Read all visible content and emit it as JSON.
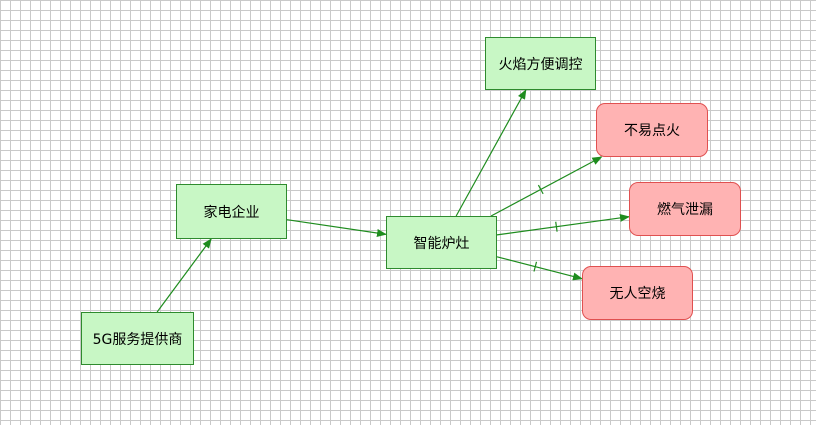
{
  "diagram": {
    "nodes": {
      "n5g": {
        "label": "5G服务提供商",
        "style": "green"
      },
      "appliance": {
        "label": "家电企业",
        "style": "green"
      },
      "stove": {
        "label": "智能炉灶",
        "style": "green"
      },
      "flame": {
        "label": "火焰方便调控",
        "style": "green"
      },
      "ignite": {
        "label": "不易点火",
        "style": "red"
      },
      "leak": {
        "label": "燃气泄漏",
        "style": "red"
      },
      "dry": {
        "label": "无人空烧",
        "style": "red"
      }
    },
    "edges": [
      {
        "from": "n5g",
        "to": "appliance",
        "type": "useful"
      },
      {
        "from": "appliance",
        "to": "stove",
        "type": "useful"
      },
      {
        "from": "stove",
        "to": "flame",
        "type": "useful"
      },
      {
        "from": "stove",
        "to": "ignite",
        "type": "counteract"
      },
      {
        "from": "stove",
        "to": "leak",
        "type": "counteract"
      },
      {
        "from": "stove",
        "to": "dry",
        "type": "counteract"
      }
    ],
    "colors": {
      "edge": "#1e8c1e",
      "useful_fill": "#c8f7c5",
      "harmful_fill": "#ffb3b3"
    }
  }
}
